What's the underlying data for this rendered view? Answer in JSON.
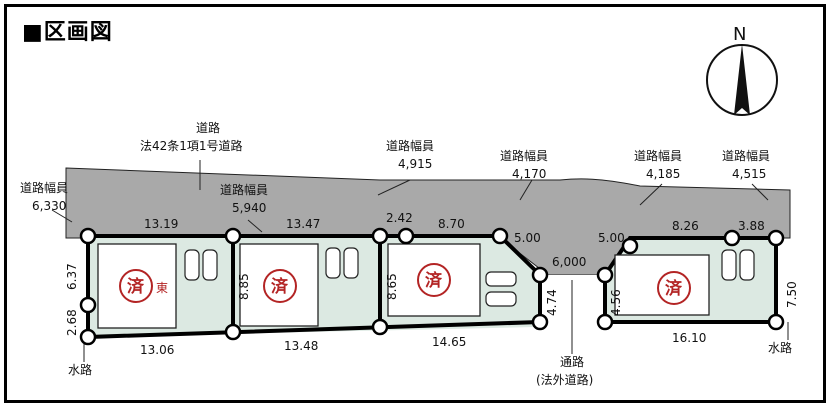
{
  "title": "■区画図",
  "compass": "N",
  "road_main": {
    "line1": "道路",
    "line2": "法42条1項1号道路"
  },
  "road_widths": [
    {
      "label": "道路幅員",
      "value": "6,330"
    },
    {
      "label": "道路幅員",
      "value": "5,940"
    },
    {
      "label": "道路幅員",
      "value": "4,915"
    },
    {
      "label": "道路幅員",
      "value": "4,170"
    },
    {
      "label": "道路幅員",
      "value": "4,185"
    },
    {
      "label": "道路幅員",
      "value": "4,515"
    }
  ],
  "top_dims": [
    "13.19",
    "13.47",
    "2.42",
    "8.70",
    "5.00",
    "6,000",
    "5.00",
    "8.26",
    "3.88"
  ],
  "bottom_dims": [
    "13.06",
    "13.48",
    "14.65",
    "16.10"
  ],
  "side_dims": [
    "6.37",
    "2.68",
    "8.85",
    "8.65",
    "4.74",
    "4.56",
    "7.50"
  ],
  "waterway": "水路",
  "road_bottom": {
    "line1": "通路",
    "line2": "(法外道路)"
  },
  "sold_stamp": "済",
  "stamp_suffix": "東",
  "colors": {
    "road": "#a9a9a9",
    "lot": "#dce9e2",
    "stamp": "#b32424"
  }
}
